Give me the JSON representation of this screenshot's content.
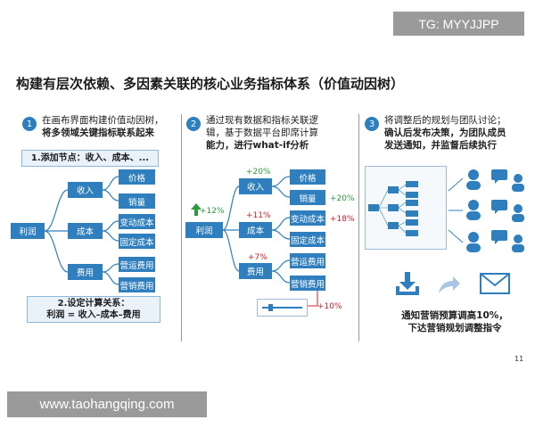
{
  "watermark_top": "TG: MYYJJPP",
  "watermark_bottom": "www.taohangqing.com",
  "title": "构建有层次依赖、多因素关联的核心业务指标体系（价值动因树）",
  "steps": [
    {
      "num": "1",
      "lines": [
        "在画布界面构建价值动因树，",
        "将多领域关键指标联系起来"
      ]
    },
    {
      "num": "2",
      "lines": [
        "通过现有数据和指标关联逻",
        "辑，基于数据平台即席计算",
        "能力，进行what-if分析"
      ]
    },
    {
      "num": "3",
      "lines": [
        "将调整后的规划与团队讨论；",
        "确认后发布决策，为团队成员",
        "发送通知，并监督后续执行"
      ]
    }
  ],
  "tree1": {
    "root": "利润",
    "level1": [
      "收入",
      "成本",
      "费用"
    ],
    "level2": [
      "价格",
      "销量",
      "变动成本",
      "固定成本",
      "营运费用",
      "营销费用"
    ],
    "label_top": "1.添加节点：收入、成本、...",
    "label_bottom": [
      "2.设定计算关系：",
      "利润 = 收入–成本–费用"
    ]
  },
  "tree2": {
    "root": "利润",
    "level1": [
      "收入",
      "成本",
      "费用"
    ],
    "level2": [
      "价格",
      "销量",
      "变动成本",
      "固定成本",
      "营运费用",
      "营销费用"
    ],
    "pct_root": "+12%",
    "pct_income": "+20%",
    "pct_cost": "+11%",
    "pct_expense": "+7%",
    "pct_sales": "+20%",
    "pct_varcost": "+18%",
    "pct_marketing": "+10%"
  },
  "notice": [
    "通知营销预算调高10%，",
    "下达营销规划调整指令"
  ],
  "page_number": "11"
}
